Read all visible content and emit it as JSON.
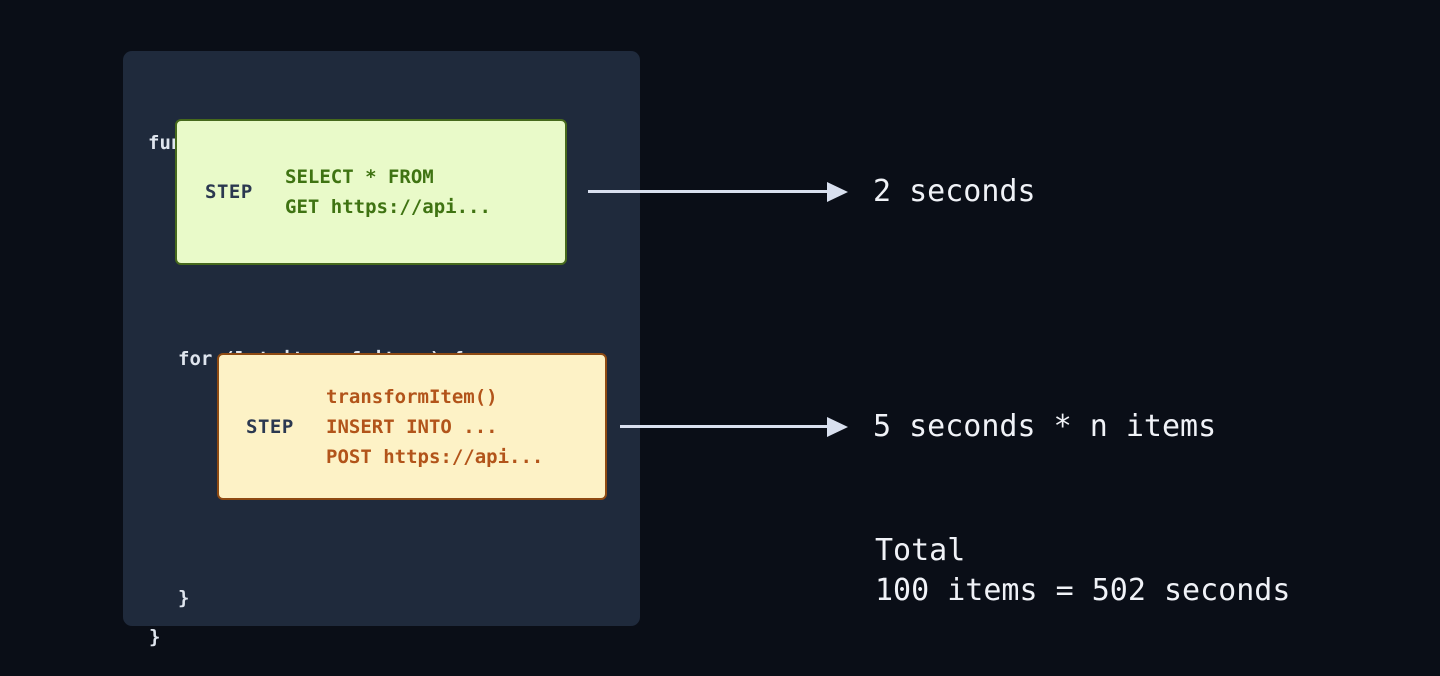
{
  "colors": {
    "background": "#0a0e17",
    "panel": "#1f2a3c",
    "panel_text": "#dfe5ee",
    "arrow": "#d9e0ef",
    "annotation_text": "#f0f2f7",
    "step_label_text": "#2b3850",
    "extract_step_bg": "#e9fac9",
    "extract_step_border": "#46691c",
    "extract_step_text": "#3f7312",
    "loop_step_bg": "#fdf2c6",
    "loop_step_border": "#8e4a12",
    "loop_step_text": "#b2541a"
  },
  "code": {
    "function_open": "function () {",
    "for_open": "for (let item of items) {",
    "for_close": "}",
    "function_close": "}"
  },
  "steps": [
    {
      "label": "STEP",
      "lines": [
        "SELECT * FROM",
        "GET https://api..."
      ],
      "duration": "2 seconds"
    },
    {
      "label": "STEP",
      "lines": [
        "transformItem()",
        "INSERT INTO ...",
        "POST https://api..."
      ],
      "duration": "5 seconds * n items"
    }
  ],
  "total": {
    "title": "Total",
    "calculation": "100 items = 502 seconds"
  }
}
